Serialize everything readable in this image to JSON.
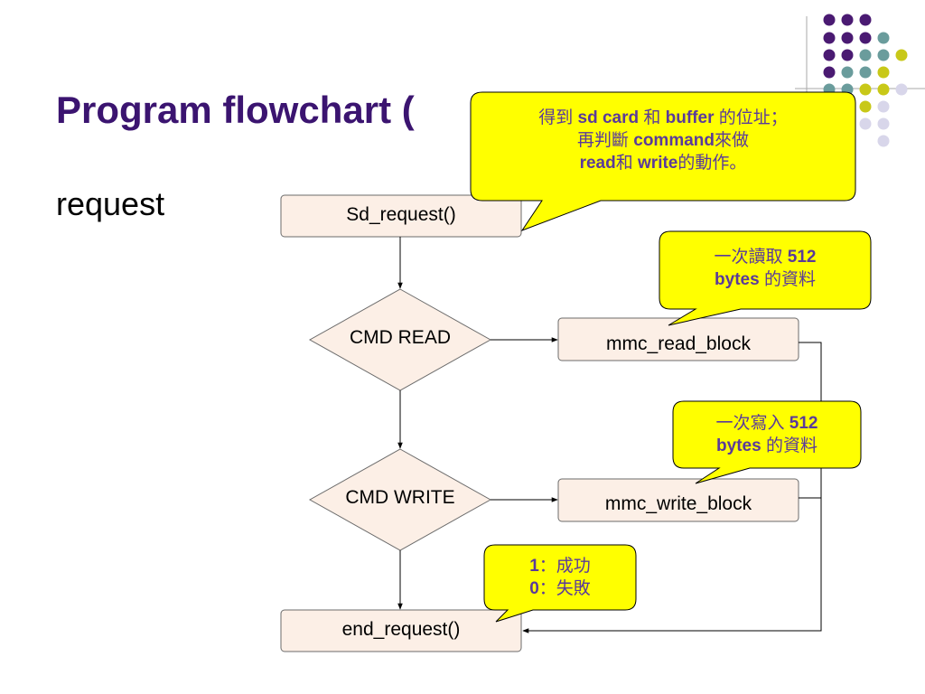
{
  "slide": {
    "title": "Program flowchart (",
    "subtitle": "request"
  },
  "colors": {
    "title": "#3b1470",
    "node_fill": "#fcefe6",
    "callout_fill": "#ffff00",
    "callout_text": "#5a3a9a",
    "dot_purple": "#4a1a72",
    "dot_teal": "#6a9c9c",
    "dot_olive": "#c8c818",
    "dot_lavender": "#d8d6ea"
  },
  "nodes": {
    "sd_request": "Sd_request()",
    "cmd_read": "CMD READ",
    "mmc_read_block": "mmc_read_block",
    "cmd_write": "CMD WRITE",
    "mmc_write_block": "mmc_write_block",
    "end_request": "end_request()"
  },
  "callouts": {
    "request": {
      "l1a": "得到 ",
      "l1b": "sd card",
      "l1c": " 和 ",
      "l1d": "buffer",
      "l1e": " 的位址；",
      "l2a": "再判斷 ",
      "l2b": "command",
      "l2c": "來做",
      "l3a": "read",
      "l3b": "和 ",
      "l3c": "write",
      "l3d": "的動作。"
    },
    "read": {
      "l1a": "一次讀取 ",
      "l1b": "512",
      "l2a": "bytes",
      "l2b": " 的資料"
    },
    "write": {
      "l1a": "一次寫入 ",
      "l1b": "512",
      "l2a": "bytes",
      "l2b": " 的資料"
    },
    "result": {
      "l1a": "1",
      "l1b": "：成功",
      "l2a": "0",
      "l2b": "：失敗"
    }
  }
}
